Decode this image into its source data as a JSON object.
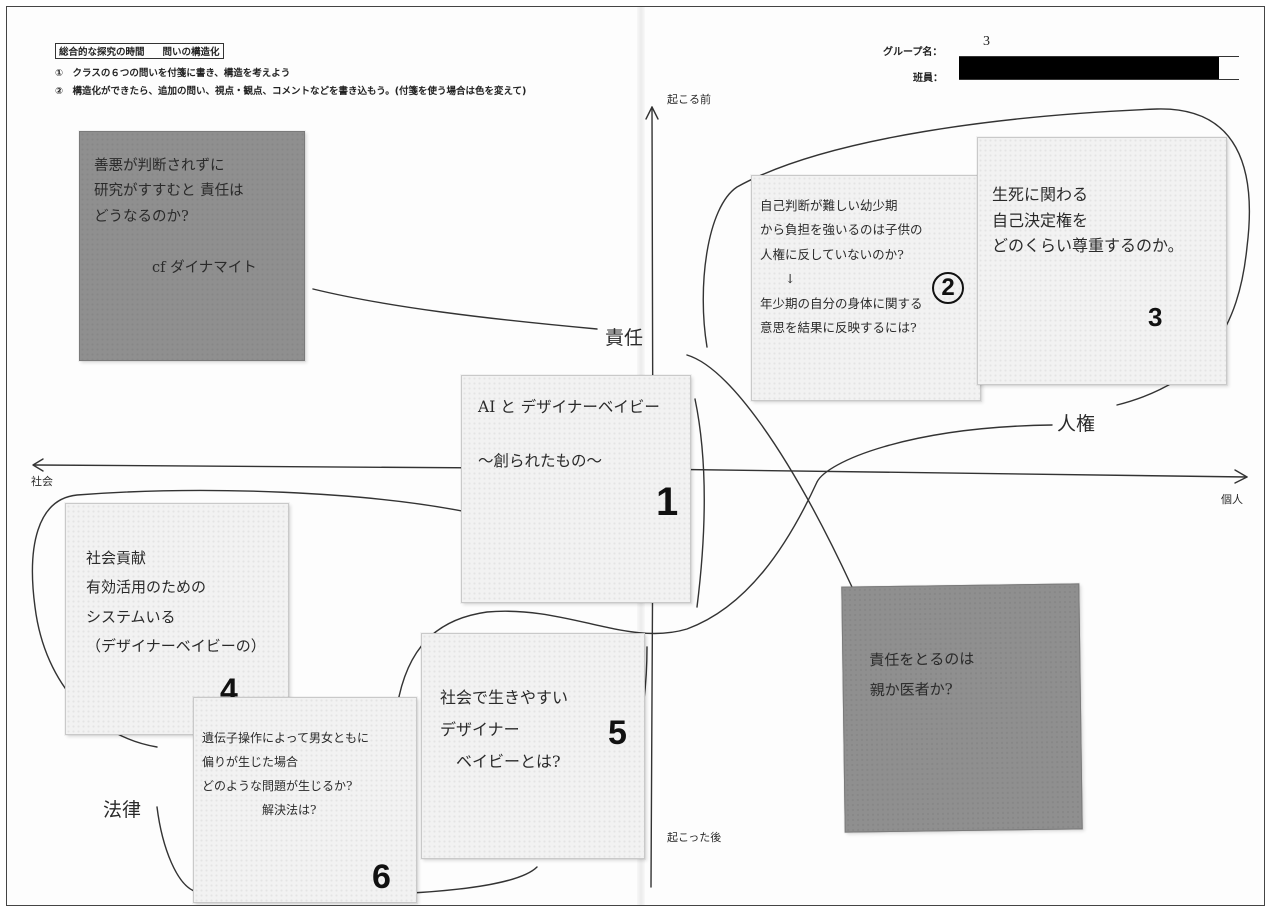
{
  "header": {
    "title_left": "総合的な探究の時間",
    "title_right": "問いの構造化",
    "line1": "①　クラスの６つの問いを付箋に書き、構造を考えよう",
    "line2": "②　構造化ができたら、追加の問い、視点・観点、コメントなどを書き込もう。(付箋を使う場合は色を変えて)",
    "group_label": "グループ名：",
    "group_value": "3",
    "staff_label": "班員："
  },
  "axes": {
    "top": "起こる前",
    "bottom": "起こった後",
    "left": "社会",
    "right": "個人"
  },
  "labels": {
    "responsibility": "責任",
    "human_rights": "人権",
    "law": "法律"
  },
  "notes": {
    "top_left": {
      "text": "善悪が判断されずに\n研究がすすむと 責任は\nどうなるのか?\n\n　　　　cf ダイナマイト"
    },
    "n1": {
      "text": "AI と デザイナーベイビー\n\n～創られたもの～",
      "number": "1"
    },
    "n2": {
      "text": "自己判断が難しい幼少期\nから負担を強いるのは子供の\n人権に反していないのか?\n　　↓\n年少期の自分の身体に関する\n意思を結果に反映するには?",
      "number": "2"
    },
    "n3": {
      "text": "生死に関わる\n自己決定権を\nどのくらい尊重するのか。",
      "number": "3"
    },
    "n4": {
      "text": "社会貢献\n有効活用のための\nシステムいる\n（デザイナーベイビーの）",
      "number": "4"
    },
    "n5": {
      "text": "社会で生きやすい\nデザイナー\n　ベイビーとは?",
      "number": "5"
    },
    "n6": {
      "text": "遺伝子操作によって男女ともに\n偏りが生じた場合\nどのような問題が生じるか?\n　　　　　解決法は?",
      "number": "6"
    },
    "bottom_right": {
      "text": "責任をとるのは\n親か医者か?"
    }
  },
  "colors": {
    "dark_note": "#8f8f8f",
    "light_note": "#f2f2f2",
    "ink": "#2a2a2a"
  }
}
